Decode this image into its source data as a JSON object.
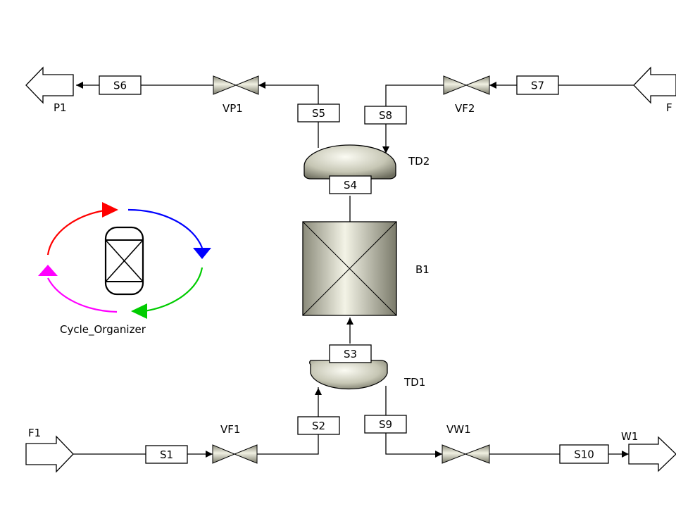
{
  "streams": {
    "s1": "S1",
    "s2": "S2",
    "s3": "S3",
    "s4": "S4",
    "s5": "S5",
    "s6": "S6",
    "s7": "S7",
    "s8": "S8",
    "s9": "S9",
    "s10": "S10"
  },
  "blocks": {
    "b1": "B1",
    "td1": "TD1",
    "td2": "TD2",
    "vf1": "VF1",
    "vf2": "VF2",
    "vp1": "VP1",
    "vw1": "VW1"
  },
  "ports": {
    "f1": "F1",
    "f2": "F",
    "p1": "P1",
    "w1": "W1"
  },
  "cycle_organizer": {
    "label": "Cycle_Organizer",
    "arrow_colors": {
      "red": "#ff0000",
      "blue": "#0000ff",
      "green": "#00cc00",
      "magenta": "#ff00ff"
    }
  }
}
